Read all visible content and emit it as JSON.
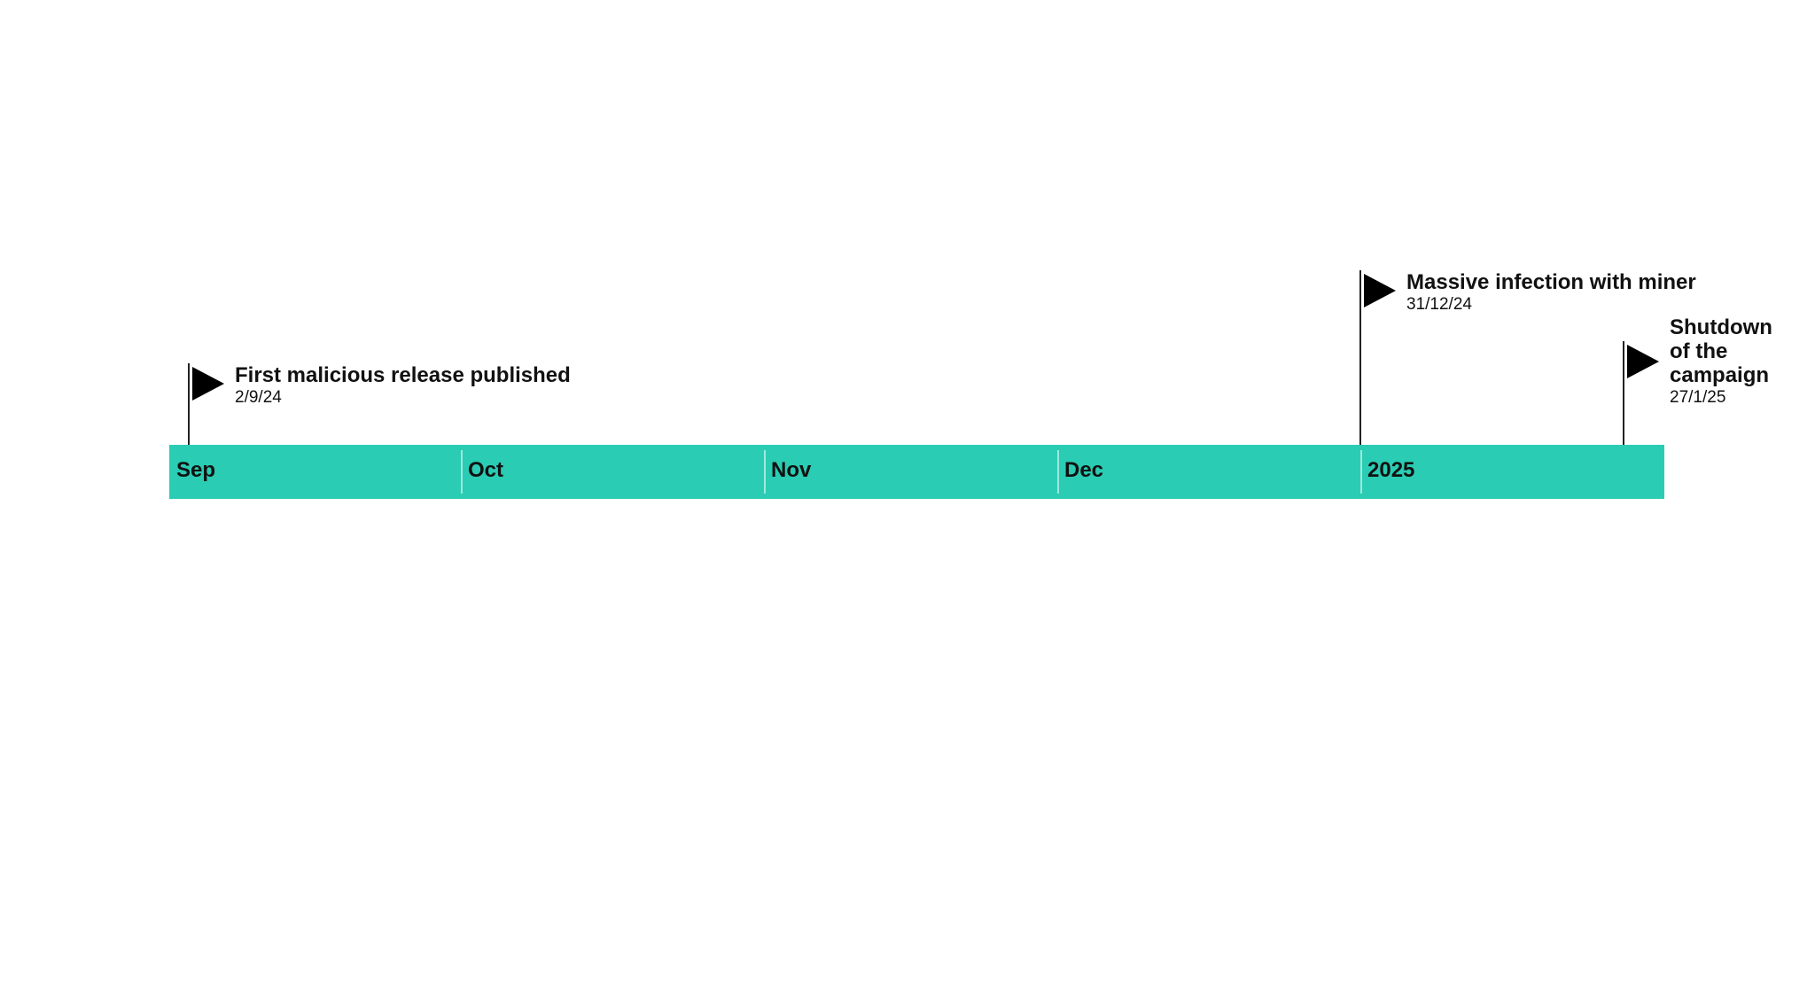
{
  "timeline": {
    "bar_color": "#2accb3",
    "months": [
      {
        "label": "Sep"
      },
      {
        "label": "Oct"
      },
      {
        "label": "Nov"
      },
      {
        "label": "Dec"
      },
      {
        "label": "2025"
      }
    ],
    "events": [
      {
        "title": "First malicious release published",
        "date": "2/9/24"
      },
      {
        "title": "Massive infection with miner",
        "date": "31/12/24"
      },
      {
        "title": "Shutdown of the campaign",
        "date": "27/1/25"
      }
    ],
    "flag_icon": "flag-icon"
  }
}
